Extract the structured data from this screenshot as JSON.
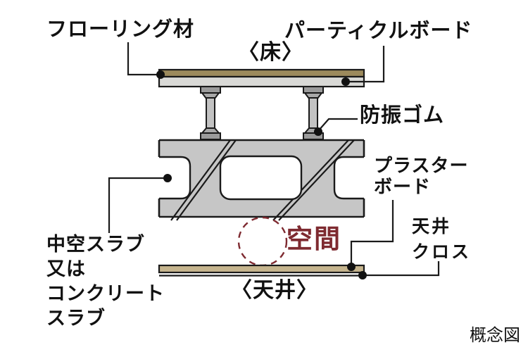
{
  "figure": {
    "caption": "概念図",
    "floor_section_label": "〈床〉",
    "ceiling_section_label": "〈天井〉",
    "space_label": "空間",
    "labels": {
      "flooring": "フローリング材",
      "particle_board": "パーティクルボード",
      "vibration_rubber": "防振ゴム",
      "plaster_board": [
        "プラスター",
        "ボード"
      ],
      "ceiling_cloth": [
        "天井",
        "クロス"
      ],
      "slab": [
        "中空スラブ",
        "又は",
        "コンクリート",
        "スラブ"
      ]
    },
    "colors": {
      "flooring_tan": "#9c8a5c",
      "underlay_gray": "#d9d9d6",
      "slab_gray": "#c6c6c6",
      "support_gray": "#9b9b9b",
      "collar_gray": "#a9a9a9",
      "shaft_gray": "#c2c2c2",
      "ceiling_beige": "#c6b58e",
      "line_black": "#1a1a1a",
      "accent_red": "#7e2a30"
    }
  }
}
